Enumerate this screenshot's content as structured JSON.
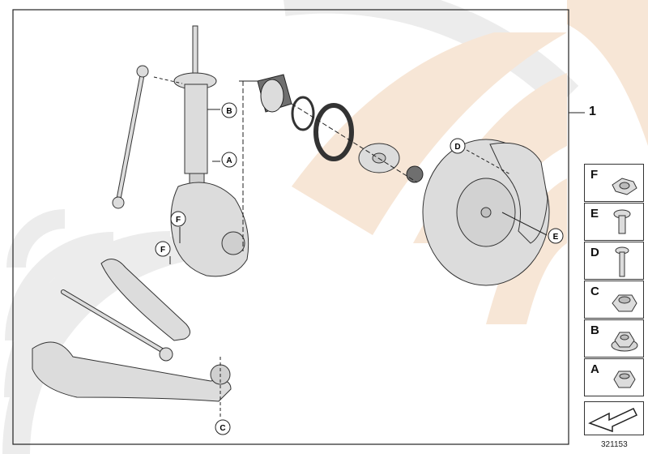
{
  "diagram": {
    "part_number": "1",
    "doc_number": "321153",
    "callouts": {
      "A": "A",
      "B": "B",
      "C": "C",
      "D": "D",
      "E": "E",
      "F1": "F",
      "F2": "F"
    },
    "side_panel": [
      {
        "letter": "F",
        "icon": "flanged-nut-icon"
      },
      {
        "letter": "E",
        "icon": "short-bolt-icon"
      },
      {
        "letter": "D",
        "icon": "long-bolt-icon"
      },
      {
        "letter": "C",
        "icon": "collar-nut-icon"
      },
      {
        "letter": "B",
        "icon": "hex-flange-nut-icon"
      },
      {
        "letter": "A",
        "icon": "hex-nut-icon"
      }
    ],
    "colors": {
      "watermark": "#e9e9e9",
      "accent_beige": "#f7e6d6",
      "part_fill": "#dcdcdc",
      "line": "#222222"
    }
  }
}
